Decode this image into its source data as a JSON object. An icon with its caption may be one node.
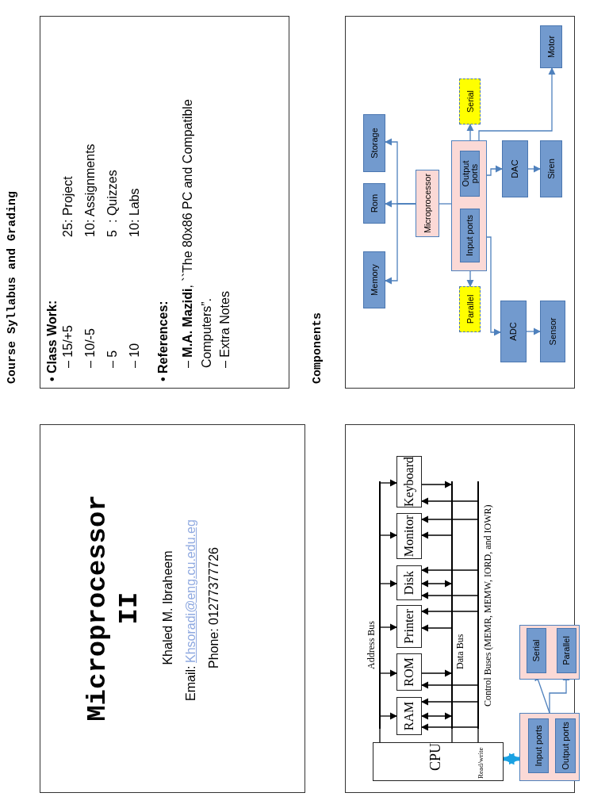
{
  "diagram": {
    "nodes": [
      {
        "text": [
          "Course Syllabus and Grading",
          "• Class Work:",
          "– 15/+5",
          "25",
          ": Project",
          "– 10/-5",
          "10",
          ": Assignments",
          "– 5",
          "5",
          ": Quizzes",
          "– 10",
          "10",
          ": Labs",
          "• References:",
          "– **M.A. Mazidi**, ``The 80x86 PC and Compatible Computers”.",
          "– Extra Notes"
        ]
      },
      {
        "text": [
          "Components"
        ]
      },
      {
        "text": [
          "Memory"
        ],
        "in": 1
      },
      {
        "text": [
          "Rom"
        ],
        "in": 1
      },
      {
        "text": [
          "Storage"
        ],
        "in": 1
      },
      {
        "text": [
          "Microprocessor"
        ],
        "in": 1
      },
      {
        "text": [],
        "shape": "box",
        "in": 1
      },
      {
        "text": [
          "Input ports"
        ],
        "in": 6
      },
      {
        "text": [
          "Output ports"
        ],
        "in": 6
      },
      {
        "text": [
          "Serial"
        ],
        "in": 1
      },
      {
        "text": [
          "Parallel"
        ],
        "in": 1
      },
      {
        "text": [
          "DAC"
        ],
        "in": 1
      },
      {
        "text": [
          "Siren"
        ],
        "in": 1
      },
      {
        "text": [
          "ADC"
        ],
        "in": 1
      },
      {
        "text": [
          "Sensor"
        ],
        "in": 1
      },
      {
        "text": [
          "Motor"
        ],
        "in": 1
      },
      {
        "text": [
          "Microprocessor II",
          "Khaled M. Ibraheem",
          "Email:",
          "Khsoradi@eng.cu.edu.eg",
          "Phone: 01277377726"
        ]
      },
      {
        "text": [],
        "shape": "box"
      },
      {
        "text": [
          "CPU",
          "Read/write"
        ],
        "in": 17
      },
      {
        "text": [
          "RAM"
        ],
        "in": 17
      },
      {
        "text": [
          "ROM"
        ],
        "in": 17
      },
      {
        "text": [
          "Printer"
        ],
        "in": 17
      },
      {
        "text": [
          "Disk"
        ],
        "in": 17
      },
      {
        "text": [
          "Monitor"
        ],
        "in": 17
      },
      {
        "text": [
          "Keyboard"
        ],
        "in": 17
      },
      {
        "text": [
          "Address Bus"
        ],
        "in": 17
      },
      {
        "text": [
          "Data Bus"
        ],
        "in": 17
      },
      {
        "text": [
          "Control Buses (MEMR, MEMW, IORD, and IOWR)"
        ],
        "in": 17
      },
      {
        "text": [],
        "shape": "box",
        "in": 17
      },
      {
        "text": [
          "Input ports"
        ],
        "in": 28
      },
      {
        "text": [
          "Output ports"
        ],
        "in": 28
      },
      {
        "text": [],
        "shape": "box",
        "in": 17
      },
      {
        "text": [
          "Serial"
        ],
        "in": 31
      },
      {
        "text": [
          "Parallel"
        ],
        "in": 31
      }
    ],
    "edges": [
      {
        "from": 5,
        "to": 2,
        "arrow": "to",
        "color": "#4f81bd"
      },
      {
        "from": 5,
        "to": 3,
        "arrow": "to",
        "color": "#4f81bd"
      },
      {
        "from": 5,
        "to": 4,
        "arrow": "to",
        "color": "#4f81bd"
      },
      {
        "from": 5,
        "to": 6,
        "arrow": "none",
        "color": "#4f81bd"
      },
      {
        "from": 6,
        "to": 9,
        "arrow": "to",
        "color": "#4f81bd"
      },
      {
        "from": 6,
        "to": 10,
        "arrow": "to",
        "color": "#4f81bd"
      },
      {
        "from": 8,
        "to": 11,
        "arrow": "to",
        "color": "#4f81bd"
      },
      {
        "from": 11,
        "to": 12,
        "arrow": "to",
        "color": "#4f81bd"
      },
      {
        "from": 8,
        "to": 15,
        "arrow": "to",
        "color": "#4f81bd"
      },
      {
        "from": 7,
        "to": 13,
        "arrow": "to",
        "color": "#4f81bd"
      },
      {
        "from": 13,
        "to": 14,
        "arrow": "to",
        "color": "#4f81bd"
      },
      {
        "from": 18,
        "to": 25,
        "arrow": "none"
      },
      {
        "from": 25,
        "to": 19,
        "arrow": "to"
      },
      {
        "from": 25,
        "to": 20,
        "arrow": "to"
      },
      {
        "from": 25,
        "to": 21,
        "arrow": "to"
      },
      {
        "from": 25,
        "to": 22,
        "arrow": "to"
      },
      {
        "from": 25,
        "to": 23,
        "arrow": "to"
      },
      {
        "from": 25,
        "to": 24,
        "arrow": "to"
      },
      {
        "from": 18,
        "to": 26,
        "arrow": "none"
      },
      {
        "from": 19,
        "to": 26,
        "arrow": "both"
      },
      {
        "from": 20,
        "to": 26,
        "arrow": "to"
      },
      {
        "from": 26,
        "to": 21,
        "arrow": "to"
      },
      {
        "from": 22,
        "to": 26,
        "arrow": "both"
      },
      {
        "from": 26,
        "to": 23,
        "arrow": "to"
      },
      {
        "from": 24,
        "to": 26,
        "arrow": "to"
      },
      {
        "from": 18,
        "to": 27,
        "arrow": "none"
      },
      {
        "from": 27,
        "to": 19,
        "arrow": "to"
      },
      {
        "from": 27,
        "to": 19,
        "arrow": "to"
      },
      {
        "from": 27,
        "to": 20,
        "arrow": "to"
      },
      {
        "from": 27,
        "to": 21,
        "arrow": "to"
      },
      {
        "from": 27,
        "to": 22,
        "arrow": "to"
      },
      {
        "from": 27,
        "to": 22,
        "arrow": "to"
      },
      {
        "from": 27,
        "to": 23,
        "arrow": "to"
      },
      {
        "from": 27,
        "to": 24,
        "arrow": "to"
      },
      {
        "from": 18,
        "to": 28,
        "arrow": "both",
        "style": "thick",
        "color": "#1ba1e2"
      },
      {
        "from": 28,
        "to": 32,
        "arrow": "to",
        "color": "#4f81bd"
      },
      {
        "from": 28,
        "to": 33,
        "arrow": "to",
        "color": "#4f81bd"
      }
    ]
  }
}
